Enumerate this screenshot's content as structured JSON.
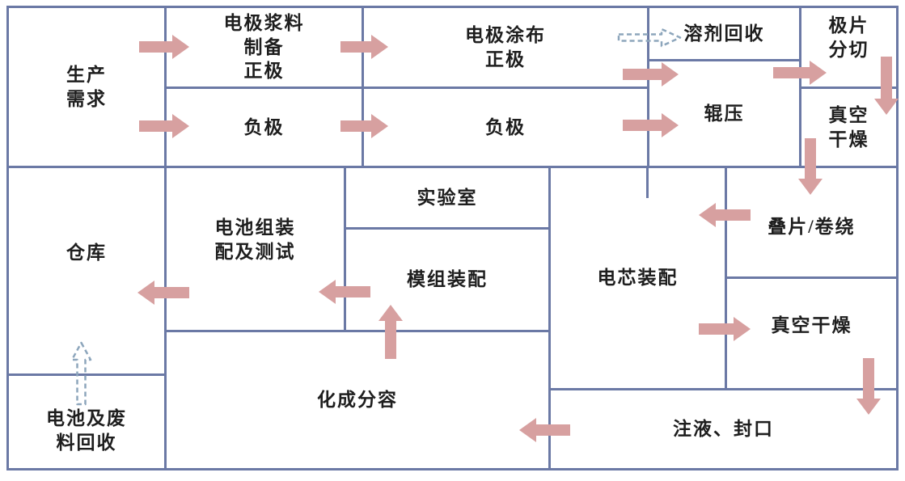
{
  "rooms": {
    "production_demand": "生产\n需求",
    "slurry_prep_cathode": "电极浆料\n制备\n正极",
    "anode_1": "负极",
    "coating_cathode": "电极涂布\n正极",
    "anode_2": "负极",
    "solvent_recovery": "溶剂回收",
    "roll_pressing": "辊压",
    "slitting": "极片\n分切",
    "vacuum_drying_top": "真空\n干燥",
    "warehouse": "仓库",
    "pack_assembly_testing": "电池组装\n配及测试",
    "laboratory": "实验室",
    "module_assembly": "模组装配",
    "cell_assembly": "电芯装配",
    "stacking_winding": "叠片/卷绕",
    "vacuum_drying_mid": "真空干燥",
    "formation_grading": "化成分容",
    "electrolyte_filling_sealing": "注液、封口",
    "battery_waste_recycling": "电池及废\n料回收"
  },
  "flows": {
    "solid": [
      {
        "from": "生产需求",
        "to": "电极浆料制备 正极"
      },
      {
        "from": "生产需求",
        "to": "负极"
      },
      {
        "from": "电极浆料制备 正极",
        "to": "电极涂布 正极"
      },
      {
        "from": "负极",
        "to": "负极"
      },
      {
        "from": "电极涂布 正极",
        "to": "辊压"
      },
      {
        "from": "负极",
        "to": "辊压"
      },
      {
        "from": "辊压",
        "to": "极片分切"
      },
      {
        "from": "极片分切",
        "to": "真空干燥"
      },
      {
        "from": "真空干燥",
        "to": "叠片/卷绕"
      },
      {
        "from": "叠片/卷绕",
        "to": "电芯装配"
      },
      {
        "from": "电芯装配",
        "to": "真空干燥"
      },
      {
        "from": "真空干燥",
        "to": "注液、封口"
      },
      {
        "from": "注液、封口",
        "to": "化成分容"
      },
      {
        "from": "化成分容",
        "to": "模组装配"
      },
      {
        "from": "模组装配",
        "to": "电池组装配及测试"
      },
      {
        "from": "电池组装配及测试",
        "to": "仓库"
      }
    ],
    "dashed": [
      {
        "from": "电极涂布 正极",
        "to": "溶剂回收"
      },
      {
        "from": "电池及废料回收",
        "to": "仓库"
      }
    ]
  },
  "colors": {
    "wall": "#6b79a5",
    "flow_arrow": "#d7a0a0",
    "recycle_arrow": "#8da6bc",
    "text": "#1e1e1e",
    "background": "#ffffff"
  }
}
